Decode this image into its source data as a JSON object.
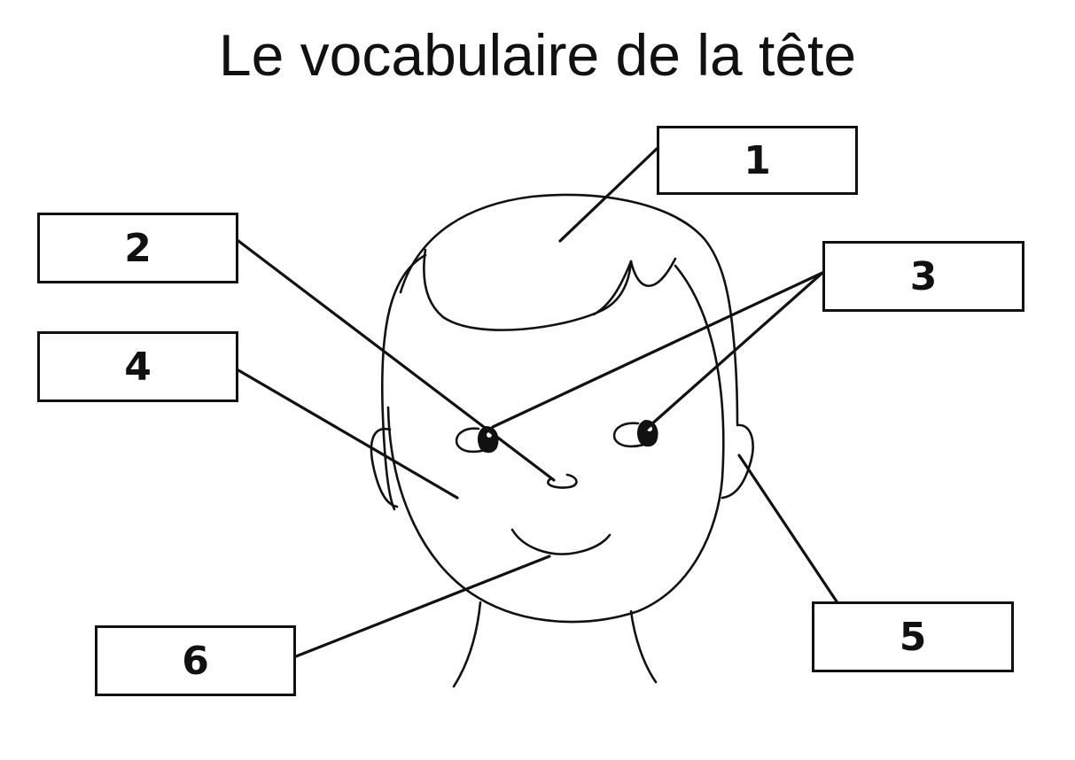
{
  "title": "Le vocabulaire de la tête",
  "labels": [
    {
      "number": "1",
      "part": "hair"
    },
    {
      "number": "2",
      "part": "nose"
    },
    {
      "number": "3",
      "part": "eyes"
    },
    {
      "number": "4",
      "part": "cheek"
    },
    {
      "number": "5",
      "part": "ear"
    },
    {
      "number": "6",
      "part": "mouth"
    }
  ],
  "colors": {
    "stroke": "#111111",
    "background": "#ffffff"
  }
}
